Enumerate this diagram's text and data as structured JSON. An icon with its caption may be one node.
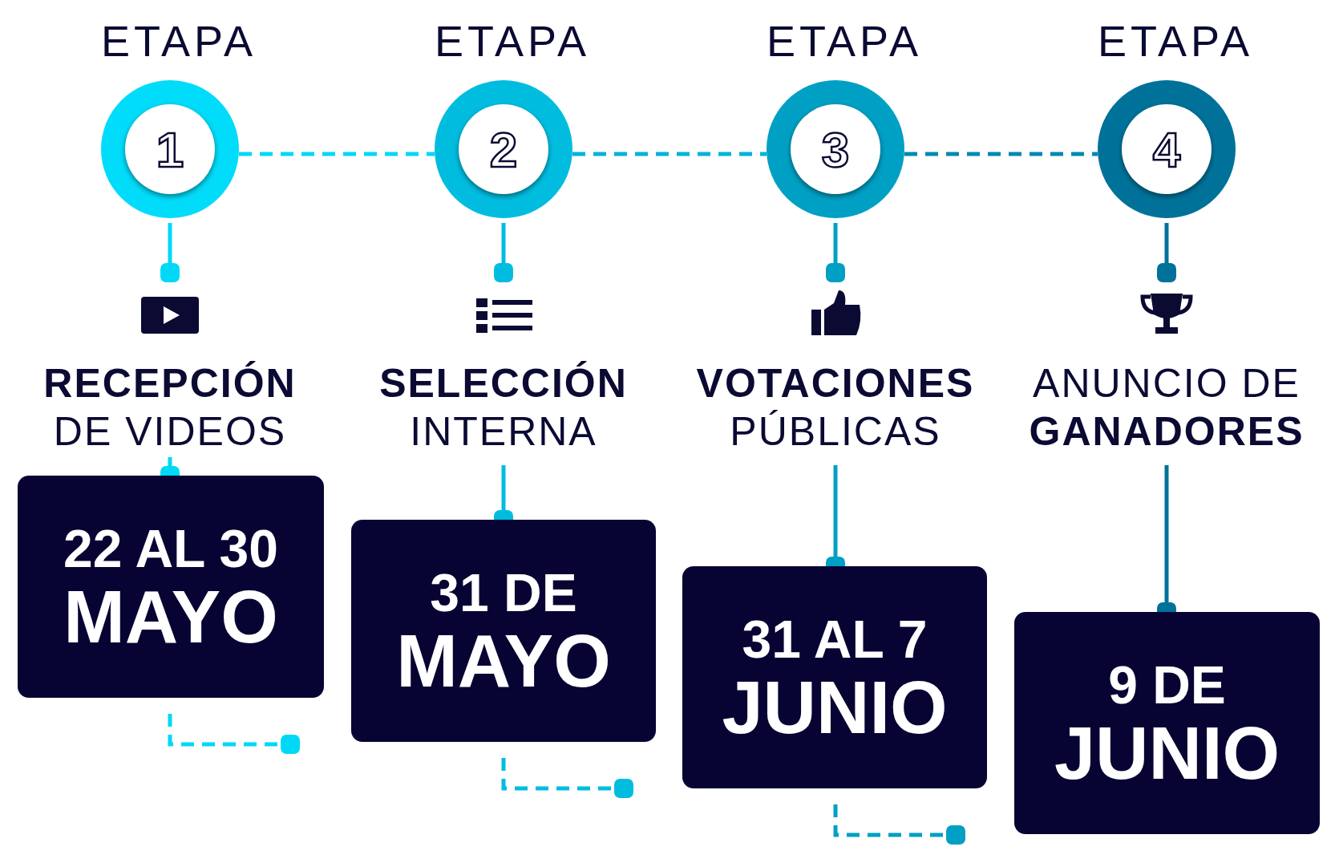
{
  "diagram": {
    "nodes": [
      {
        "text": [
          "ETAPA",
          "1"
        ]
      },
      {
        "text": [
          "**RECEPCIÓN** DE VIDEOS"
        ]
      },
      {
        "text": [
          "22 AL 30",
          "MAYO"
        ]
      },
      {
        "text": [
          "ETAPA",
          "2"
        ]
      },
      {
        "text": [
          "**SELECCIÓN** INTERNA"
        ]
      },
      {
        "text": [
          "31 DE",
          "MAYO"
        ]
      },
      {
        "text": [
          "ETAPA",
          "3"
        ]
      },
      {
        "text": [
          "**VOTACIONES** PÚBLICAS"
        ]
      },
      {
        "text": [
          "31 AL 7",
          "JUNIO"
        ]
      },
      {
        "text": [
          "ETAPA",
          "4"
        ]
      },
      {
        "text": [
          "ANUNCIO DE **GANADORES**"
        ]
      },
      {
        "text": [
          "9 DE",
          "JUNIO"
        ]
      }
    ],
    "edges": [
      {
        "from": 0,
        "to": 3,
        "arrow": "none",
        "style": "dashed",
        "color": "#00d8f8"
      },
      {
        "from": 3,
        "to": 6,
        "arrow": "none",
        "style": "dashed",
        "color": "#00b4d8"
      },
      {
        "from": 6,
        "to": 9,
        "arrow": "none",
        "style": "dashed",
        "color": "#0089b0"
      },
      {
        "from": 0,
        "to": 1,
        "arrow": "other",
        "color": "#00d8f8"
      },
      {
        "from": 1,
        "to": 2,
        "arrow": "other",
        "color": "#00d8f8"
      },
      {
        "from": 2,
        "to": null,
        "arrow": "other",
        "style": "dashed",
        "color": "#00d8f8"
      },
      {
        "from": 3,
        "to": 4,
        "arrow": "other",
        "color": "#00bde0"
      },
      {
        "from": 4,
        "to": 5,
        "arrow": "other",
        "color": "#00bde0"
      },
      {
        "from": 5,
        "to": null,
        "arrow": "other",
        "style": "dashed",
        "color": "#00bde0"
      },
      {
        "from": 6,
        "to": 7,
        "arrow": "other",
        "color": "#00a0c4"
      },
      {
        "from": 7,
        "to": 8,
        "arrow": "other",
        "color": "#00a0c4"
      },
      {
        "from": 8,
        "to": null,
        "arrow": "other",
        "style": "dashed",
        "color": "#00a0c4"
      },
      {
        "from": 9,
        "to": 10,
        "arrow": "other",
        "color": "#00729a"
      },
      {
        "from": 10,
        "to": 11,
        "arrow": "other",
        "color": "#00729a"
      }
    ]
  }
}
